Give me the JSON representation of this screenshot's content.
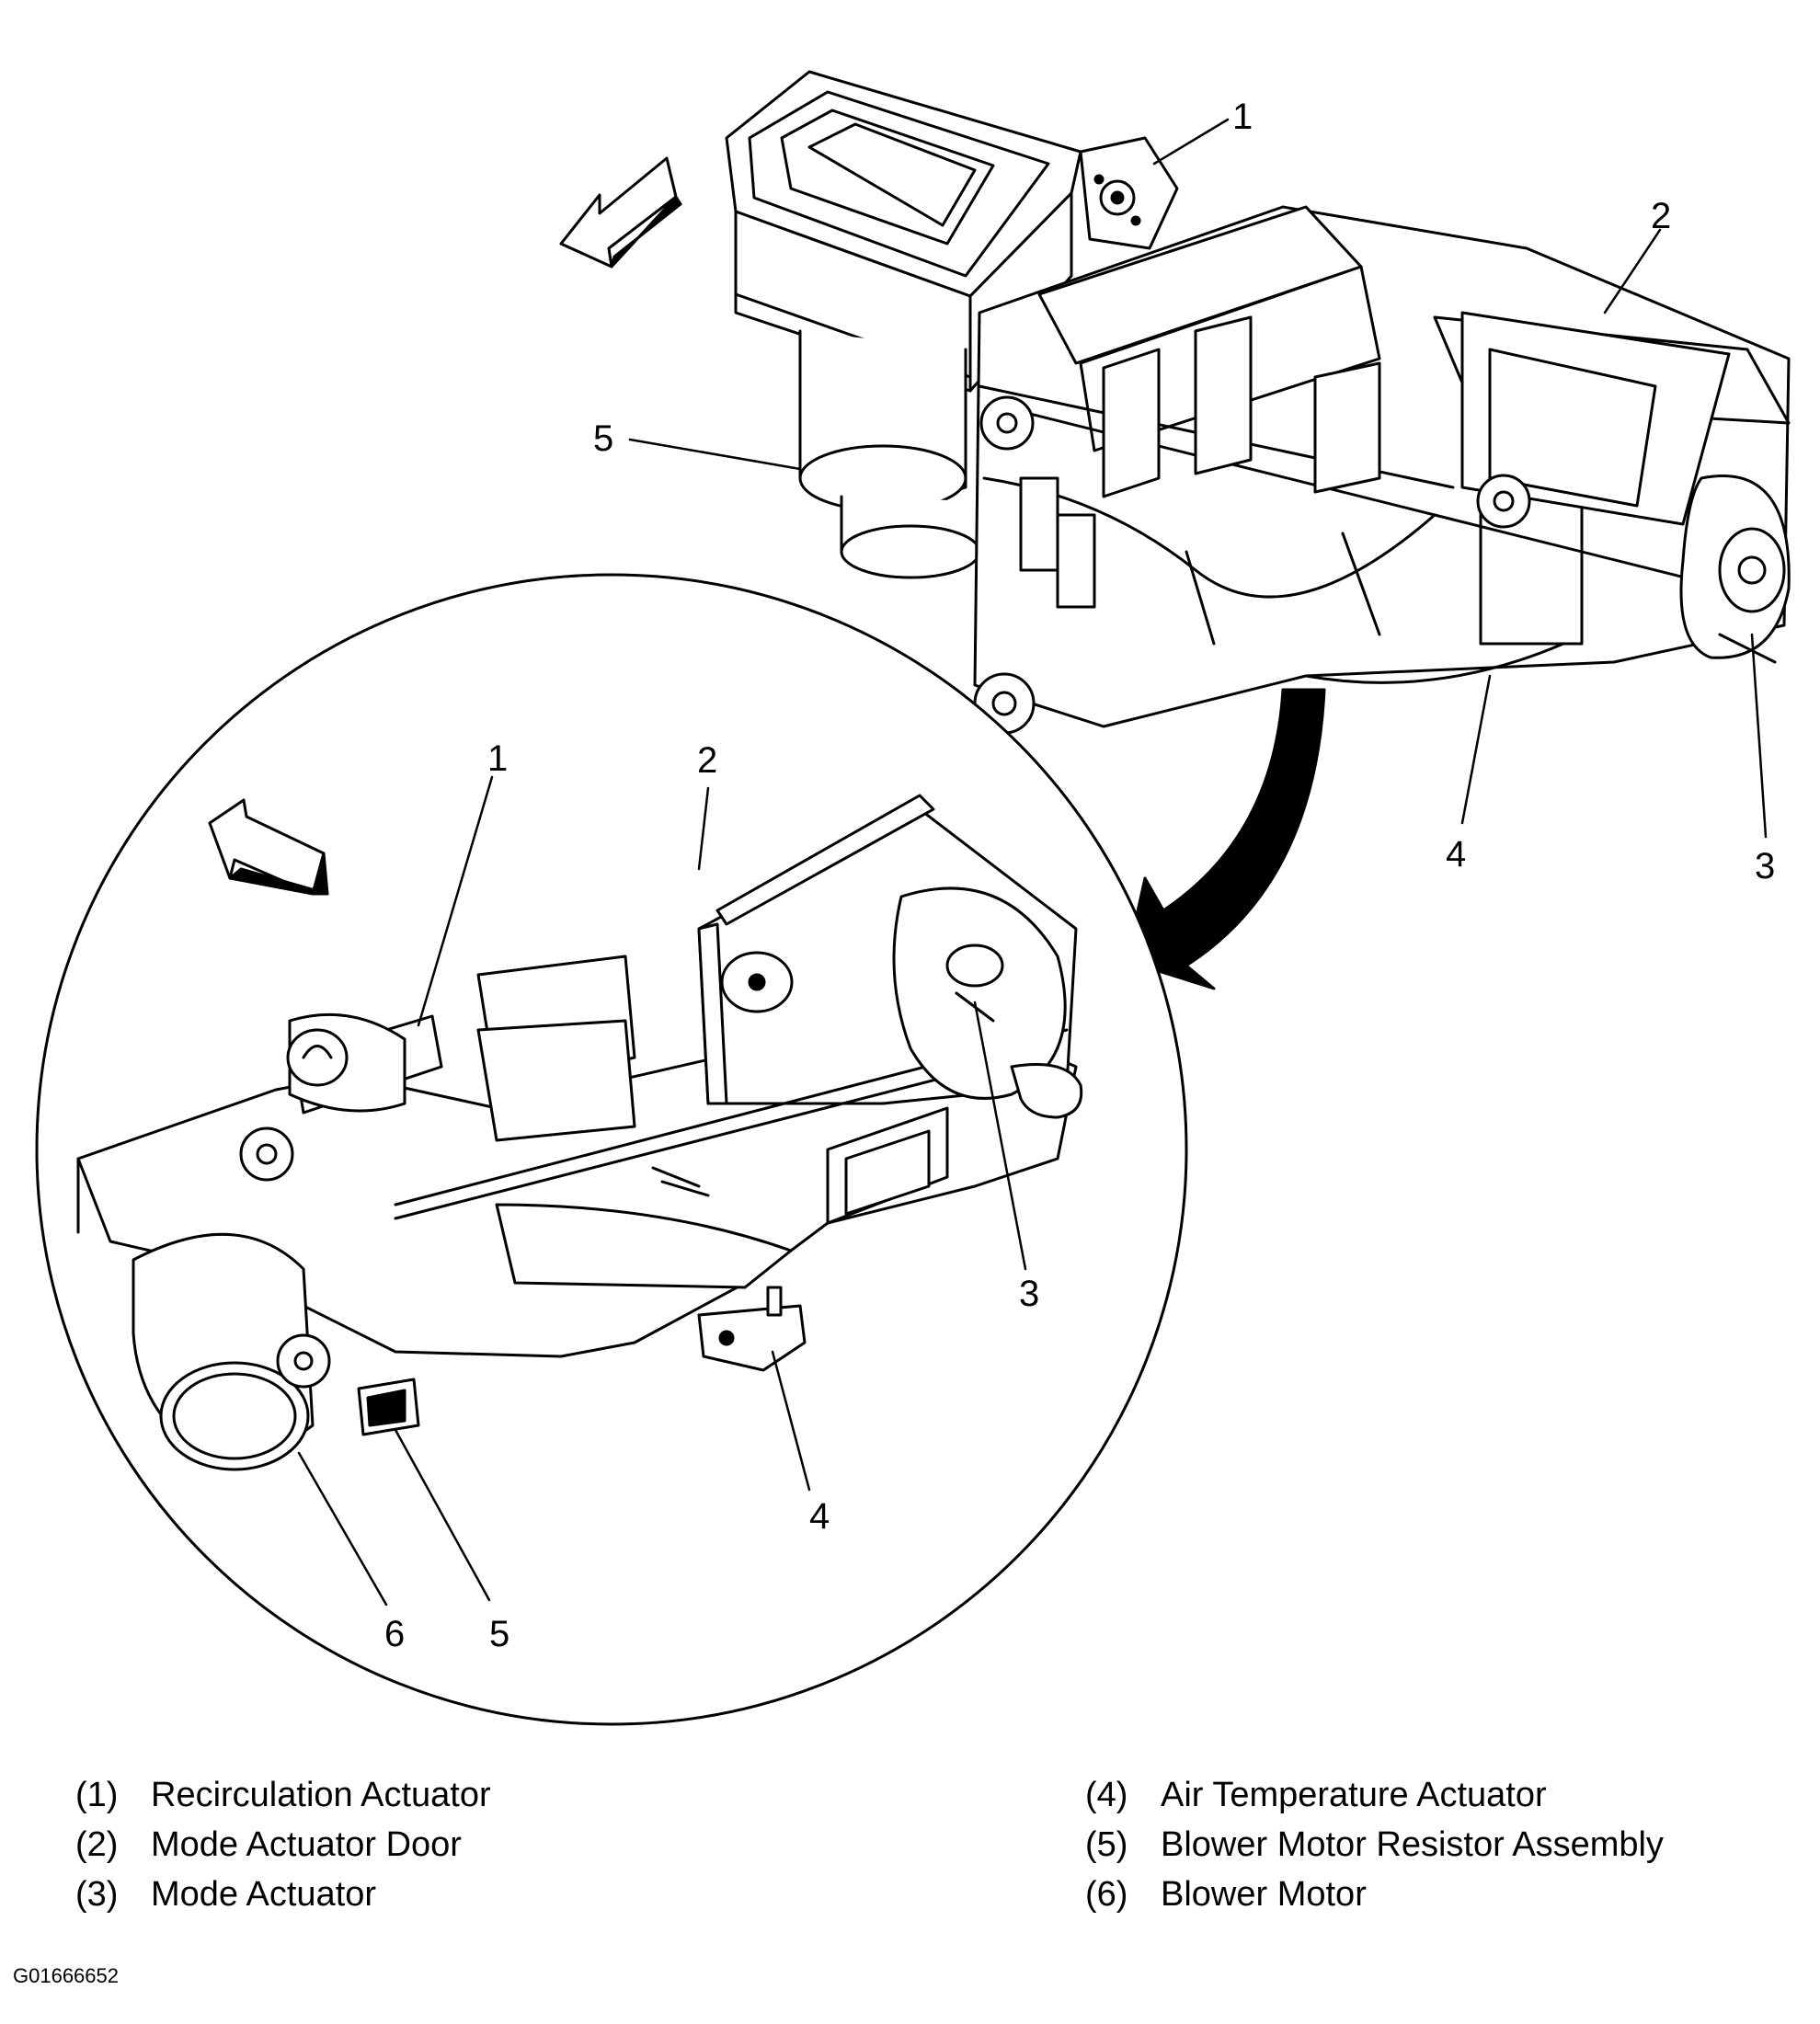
{
  "callouts": {
    "top": [
      "1",
      "2",
      "3",
      "4",
      "5"
    ],
    "inset": [
      "1",
      "2",
      "3",
      "4",
      "5",
      "6"
    ]
  },
  "legend": {
    "left": [
      {
        "num": "(1)",
        "label": "Recirculation Actuator"
      },
      {
        "num": "(2)",
        "label": "Mode Actuator Door"
      },
      {
        "num": "(3)",
        "label": "Mode Actuator"
      }
    ],
    "right": [
      {
        "num": "(4)",
        "label": "Air Temperature Actuator"
      },
      {
        "num": "(5)",
        "label": "Blower Motor Resistor Assembly"
      },
      {
        "num": "(6)",
        "label": "Blower Motor"
      }
    ]
  },
  "figure_code": "G01666652",
  "colors": {
    "ink": "#000000",
    "paper": "#ffffff"
  }
}
